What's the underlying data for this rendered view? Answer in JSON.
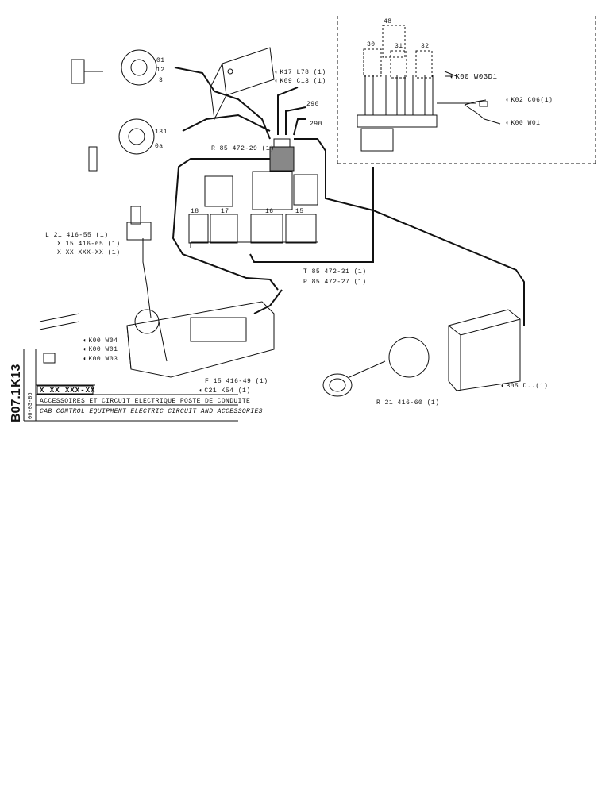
{
  "sheet": {
    "code_line1": "K13",
    "code_line2": "B07.1",
    "date": "06-03-86",
    "serial": "X XX XXX-XX",
    "title_fr": "ACCESSOIRES ET CIRCUIT ELECTRIQUE POSTE DE CONDUITE",
    "title_en": "CAB CONTROL EQUIPMENT ELECTRIC CIRCUIT AND ACCESSORIES"
  },
  "callouts": {
    "k17_l78": "K17 L78 (1)",
    "k09_c13": "K09 C13 (1)",
    "k00_w03d1": "K00 W03D1",
    "k02_c06": "K02 C06(1)",
    "k00_w01_right": "K00 W01",
    "r85_472_29": "R 85 472-29 (1)",
    "l21_416_55": "L 21 416-55 (1)",
    "x15_416_65": "X 15 416-65 (1)",
    "xx_xxx_xx": "X XX XXX-XX (1)",
    "t85_472_31": "T 85 472-31 (1)",
    "p85_472_27": "P 85 472-27 (1)",
    "k00_w04": "K00 W04",
    "k00_w01_left": "K00 W01",
    "k00_w03": "K00 W03",
    "f15_416_49": "F 15 416-49 (1)",
    "c21_k54": "C21 K54 (1)",
    "r21_416_60": "R 21 416-60 (1)",
    "b05_d": "B05 D..(1)"
  },
  "terminal_numbers": {
    "fuse_48": "48",
    "fuse_30": "30",
    "fuse_31": "31",
    "fuse_32": "32",
    "block_18": "18",
    "block_17": "17",
    "block_16": "16",
    "block_15": "15",
    "t131": "131",
    "t0a": "0a",
    "t12": "12",
    "t01": "01",
    "t3": "3",
    "t290a": "290",
    "t290b": "290"
  },
  "icons": {
    "bullet": "◖"
  }
}
